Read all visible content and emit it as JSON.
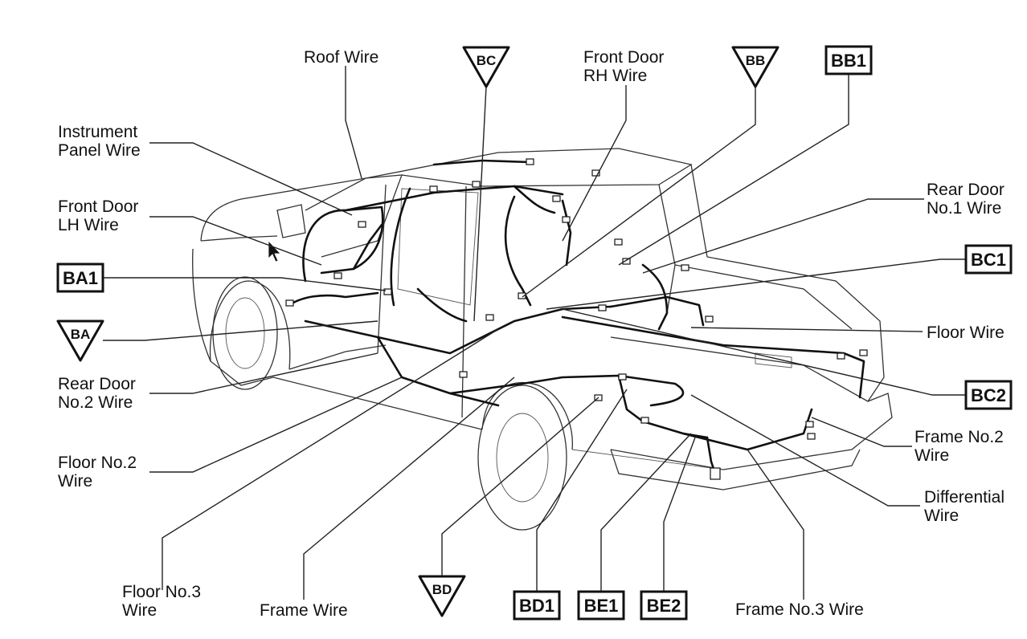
{
  "labels": {
    "roof_wire": "Roof Wire",
    "front_door_rh": [
      "Front Door",
      "RH Wire"
    ],
    "instrument_panel": [
      "Instrument",
      "Panel Wire"
    ],
    "front_door_lh": [
      "Front Door",
      "LH Wire"
    ],
    "rear_door_no1": [
      "Rear Door",
      "No.1 Wire"
    ],
    "floor_wire": "Floor Wire",
    "rear_door_no2": [
      "Rear Door",
      "No.2 Wire"
    ],
    "floor_no2": [
      "Floor No.2",
      "Wire"
    ],
    "frame_no2": [
      "Frame No.2",
      "Wire"
    ],
    "differential": [
      "Differential",
      "Wire"
    ],
    "floor_no3": [
      "Floor No.3",
      "Wire"
    ],
    "frame_wire": "Frame Wire",
    "frame_no3": "Frame No.3 Wire"
  },
  "codes": {
    "bc_tri": "BC",
    "bb_tri": "BB",
    "bb1": "BB1",
    "ba1": "BA1",
    "ba_tri": "BA",
    "bc1": "BC1",
    "bc2": "BC2",
    "bd_tri": "BD",
    "bd1": "BD1",
    "be1": "BE1",
    "be2": "BE2"
  }
}
